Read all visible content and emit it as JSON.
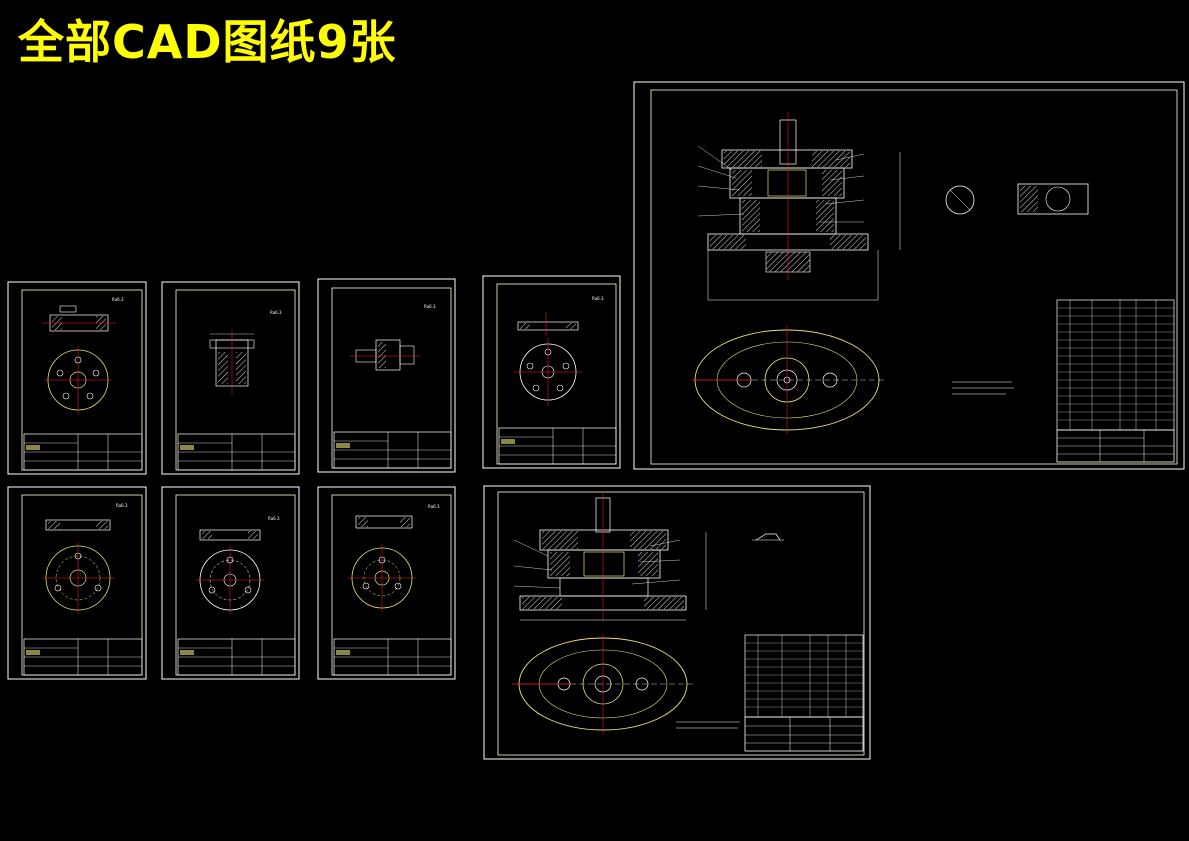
{
  "title": "全部CAD图纸9张",
  "colors": {
    "background": "#000000",
    "title": "#ffff00",
    "sheet_border": "#ffffff",
    "inner_frame": "#ffffcc",
    "geometry_yellow": "#e8e070",
    "geometry_white": "#ffffff",
    "center_line": "#ff2020",
    "hatch": "#d8d8d8"
  },
  "sheets": [
    {
      "id": "part-1",
      "kind": "part-drawing"
    },
    {
      "id": "part-2",
      "kind": "part-drawing"
    },
    {
      "id": "part-3",
      "kind": "part-drawing"
    },
    {
      "id": "part-4",
      "kind": "part-drawing"
    },
    {
      "id": "part-5",
      "kind": "part-drawing"
    },
    {
      "id": "part-6",
      "kind": "part-drawing"
    },
    {
      "id": "part-7",
      "kind": "part-drawing"
    },
    {
      "id": "assembly-1",
      "kind": "assembly-drawing"
    },
    {
      "id": "assembly-2",
      "kind": "assembly-drawing"
    }
  ]
}
